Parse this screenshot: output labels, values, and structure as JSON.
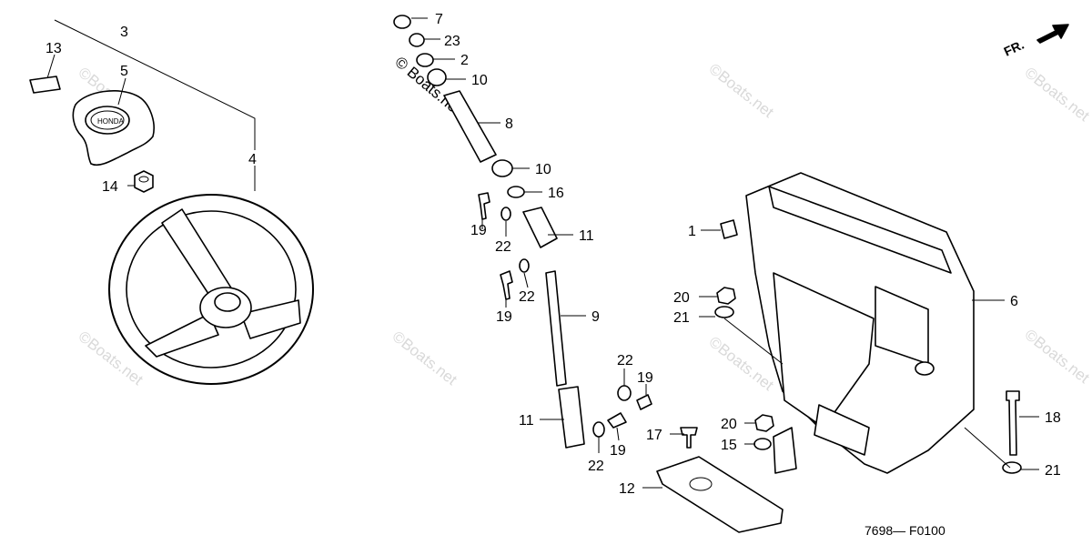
{
  "callouts": [
    {
      "id": "13",
      "text": "13"
    },
    {
      "id": "3",
      "text": "3"
    },
    {
      "id": "5",
      "text": "5"
    },
    {
      "id": "4",
      "text": "4"
    },
    {
      "id": "14",
      "text": "14"
    },
    {
      "id": "7",
      "text": "7"
    },
    {
      "id": "23",
      "text": "23"
    },
    {
      "id": "2",
      "text": "2"
    },
    {
      "id": "10a",
      "text": "10"
    },
    {
      "id": "8",
      "text": "8"
    },
    {
      "id": "10b",
      "text": "10"
    },
    {
      "id": "16",
      "text": "16"
    },
    {
      "id": "19a",
      "text": "19"
    },
    {
      "id": "22a",
      "text": "22"
    },
    {
      "id": "11a",
      "text": "11"
    },
    {
      "id": "22b",
      "text": "22"
    },
    {
      "id": "19b",
      "text": "19"
    },
    {
      "id": "9",
      "text": "9"
    },
    {
      "id": "22c",
      "text": "22"
    },
    {
      "id": "19c",
      "text": "19"
    },
    {
      "id": "11b",
      "text": "11"
    },
    {
      "id": "19d",
      "text": "19"
    },
    {
      "id": "22d",
      "text": "22"
    },
    {
      "id": "17",
      "text": "17"
    },
    {
      "id": "12",
      "text": "12"
    },
    {
      "id": "1",
      "text": "1"
    },
    {
      "id": "20a",
      "text": "20"
    },
    {
      "id": "21a",
      "text": "21"
    },
    {
      "id": "20b",
      "text": "20"
    },
    {
      "id": "15",
      "text": "15"
    },
    {
      "id": "6",
      "text": "6"
    },
    {
      "id": "18",
      "text": "18"
    },
    {
      "id": "21b",
      "text": "21"
    }
  ],
  "watermarks": [
    "©Boats.net",
    "©Boats.net"
  ],
  "copyright_overlay": "© Boats.net",
  "emblem_text": "HONDA",
  "direction_label": "FR.",
  "reference_code": "7698—  F0100",
  "colors": {
    "ink": "#000000",
    "watermark": "#d9d9d9",
    "background": "#ffffff"
  }
}
